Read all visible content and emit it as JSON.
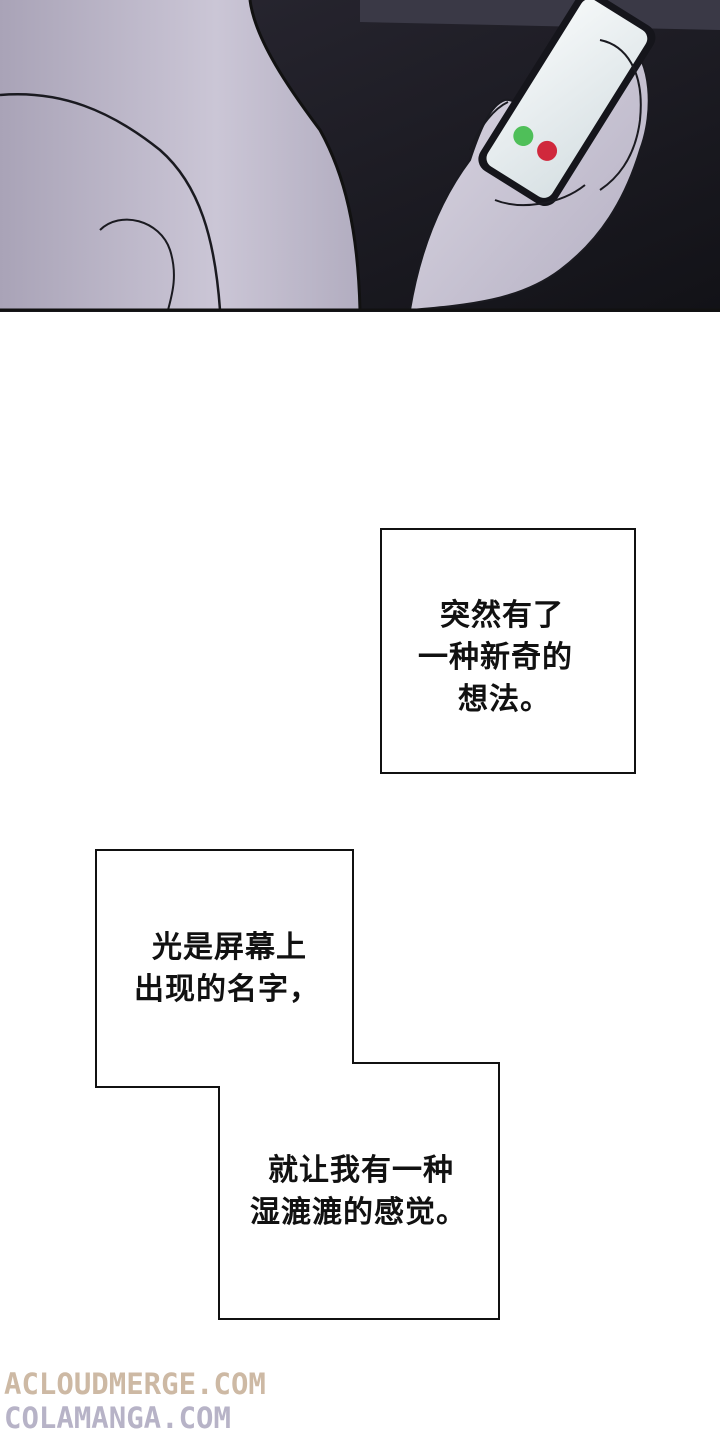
{
  "panel": {
    "scene": "hand-holding-phone-in-dark"
  },
  "caption_1": {
    "lines": [
      "突然有了",
      "一种新奇的",
      "想法。"
    ]
  },
  "caption_2": {
    "part_a": [
      "光是屏幕上",
      "出现的名字，"
    ],
    "part_b": [
      "就让我有一种",
      "湿漉漉的感觉。"
    ]
  },
  "watermark": {
    "line1": "ACLOUDMERGE.COM",
    "line2": "COLAMANGA.COM",
    "color1": "#cdb9a4",
    "color2": "#b7b3c7"
  },
  "colors": {
    "panel_dark": "#1b1b23",
    "skin": "#c8c3d4",
    "phone_glow": "#e9eef0",
    "dot_green": "#4fbf59",
    "dot_red": "#d0283c"
  }
}
